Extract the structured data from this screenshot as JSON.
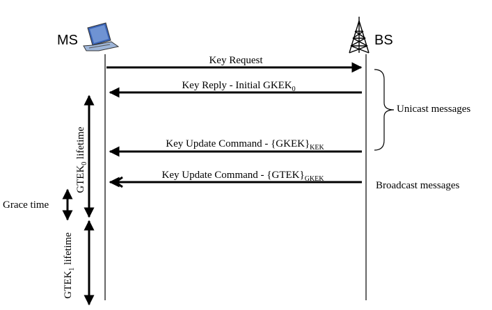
{
  "entities": {
    "ms_label": "MS",
    "bs_label": "BS",
    "ms_icon": "laptop-icon",
    "bs_icon": "antenna-tower-icon"
  },
  "messages": [
    {
      "id": "key-request",
      "text": "Key Request",
      "sub": "",
      "suffix": "",
      "direction": "MS to BS",
      "arrowhead": "single"
    },
    {
      "id": "key-reply",
      "text": "Key Reply - Initial GKEK",
      "sub": "0",
      "suffix": "",
      "direction": "BS to MS",
      "arrowhead": "single"
    },
    {
      "id": "key-update-kek",
      "text": "Key Update Command - {GKEK}",
      "sub": "KEK",
      "suffix": "",
      "direction": "BS to MS",
      "arrowhead": "single"
    },
    {
      "id": "key-update-gkek",
      "text": "Key Update Command - {GTEK}",
      "sub": "GKEK",
      "suffix": "",
      "direction": "BS to MS",
      "arrowhead": "double"
    }
  ],
  "groups": {
    "unicast": "Unicast messages",
    "broadcast": "Broadcast messages"
  },
  "lifetimes": {
    "gtek0": {
      "prefix": "GTEK",
      "sub": "0",
      "suffix": " lifetime"
    },
    "gtek1": {
      "prefix": "GTEK",
      "sub": "1",
      "suffix": " lifetime"
    },
    "grace": "Grace time"
  },
  "colors": {
    "line": "#000000",
    "laptop_body": "#9fb6d9",
    "laptop_screen": "#3a63b5",
    "background": "#ffffff"
  }
}
